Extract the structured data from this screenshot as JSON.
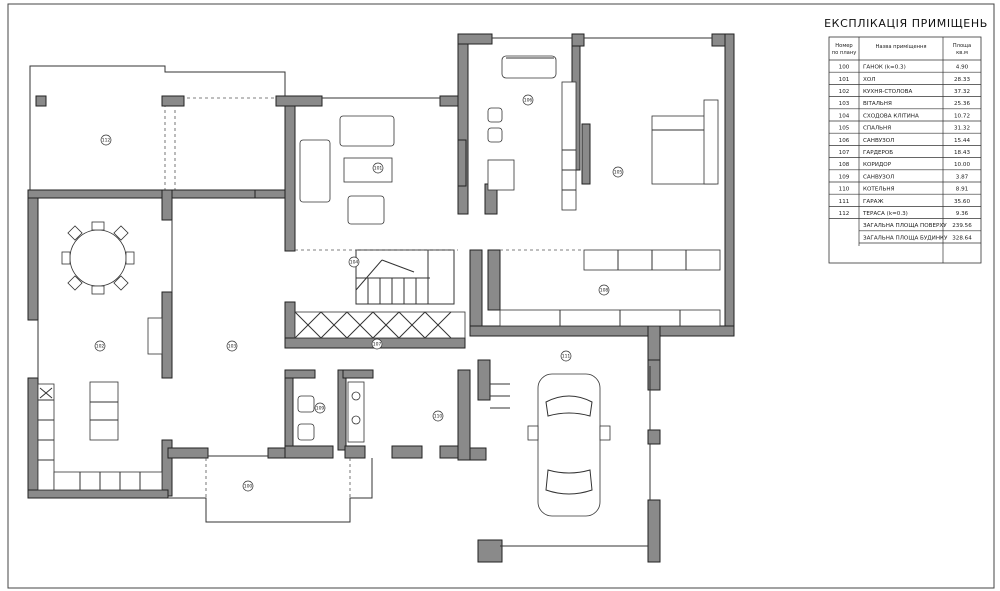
{
  "explication": {
    "title": "ЕКСПЛІКАЦІЯ ПРИМІЩЕНЬ",
    "headers": {
      "number": [
        "Номер",
        "по плану"
      ],
      "name": "Назва приміщення",
      "area": [
        "Площа",
        "кв.м"
      ]
    },
    "rows": [
      {
        "num": "100",
        "name": "ГАНОК (k=0.3)",
        "area": "4.90"
      },
      {
        "num": "101",
        "name": "ХОЛ",
        "area": "28.33"
      },
      {
        "num": "102",
        "name": "КУХНЯ-СТОЛОВА",
        "area": "37.32"
      },
      {
        "num": "103",
        "name": "ВІТАЛЬНЯ",
        "area": "25.36"
      },
      {
        "num": "104",
        "name": "СХОДОВА КЛІТИНА",
        "area": "10.72"
      },
      {
        "num": "105",
        "name": "СПАЛЬНЯ",
        "area": "31.32"
      },
      {
        "num": "106",
        "name": "САНВУЗОЛ",
        "area": "15.44"
      },
      {
        "num": "107",
        "name": "ГАРДЕРОБ",
        "area": "18.43"
      },
      {
        "num": "108",
        "name": "КОРИДОР",
        "area": "10.00"
      },
      {
        "num": "109",
        "name": "САНВУЗОЛ",
        "area": "3.87"
      },
      {
        "num": "110",
        "name": "КОТЕЛЬНЯ",
        "area": "8.91"
      },
      {
        "num": "111",
        "name": "ГАРАЖ",
        "area": "35.60"
      },
      {
        "num": "112",
        "name": "ТЕРАСА (k=0.3)",
        "area": "9.36"
      }
    ],
    "totals": [
      {
        "name": "ЗАГАЛЬНА ПЛОЩА ПОВЕРХУ",
        "area": "239.56"
      },
      {
        "name": "ЗАГАЛЬНА ПЛОЩА БУДИНКУ",
        "area": "328.64"
      }
    ]
  },
  "room_markers": {
    "terrace": "112",
    "kitchen_dining": "102",
    "living": "103",
    "hall": "101",
    "stair": "104",
    "bathroom": "106",
    "bedroom": "105",
    "wardrobe": "107",
    "corridor": "108",
    "wc": "109",
    "boiler": "110",
    "garage": "111",
    "porch": "100"
  }
}
